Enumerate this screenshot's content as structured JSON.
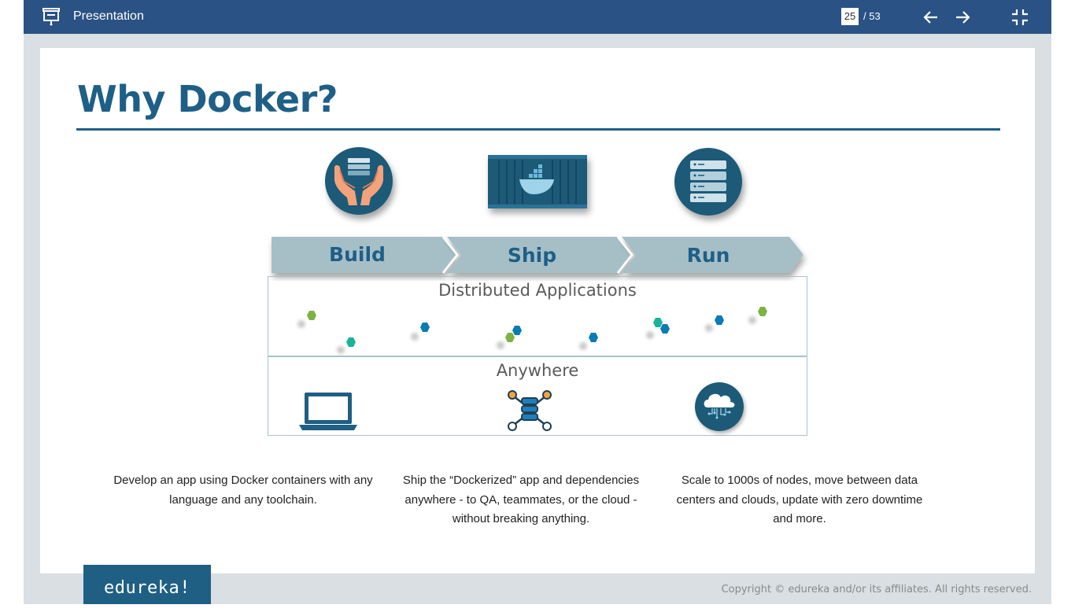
{
  "toolbar": {
    "title": "Presentation",
    "current_page": "25",
    "total_pages": "/ 53",
    "icons": [
      "presentation-icon",
      "arrow-left-icon",
      "arrow-right-icon",
      "exit-fullscreen-icon"
    ]
  },
  "slide": {
    "title": "Why Docker?",
    "stages": [
      "Build",
      "Ship",
      "Run"
    ],
    "distributed_label": "Distributed Applications",
    "anywhere_label": "Anywhere",
    "descriptions": [
      "Develop an app using Docker containers with any language and any toolchain.",
      "Ship the “Dockerized” app and dependencies anywhere - to QA, teammates, or the cloud - without breaking anything.",
      "Scale to 1000s of nodes, move between data centers and clouds, update with zero downtime and more."
    ],
    "logo": "edureka!",
    "copyright": "Copyright © edureka and/or its affiliates. All rights reserved."
  },
  "colors": {
    "topbar": "#2a5284",
    "accent": "#1e5f87",
    "hex_green": "#7cb342",
    "hex_blue": "#0a7bb5",
    "hex_teal": "#1ab39a"
  }
}
